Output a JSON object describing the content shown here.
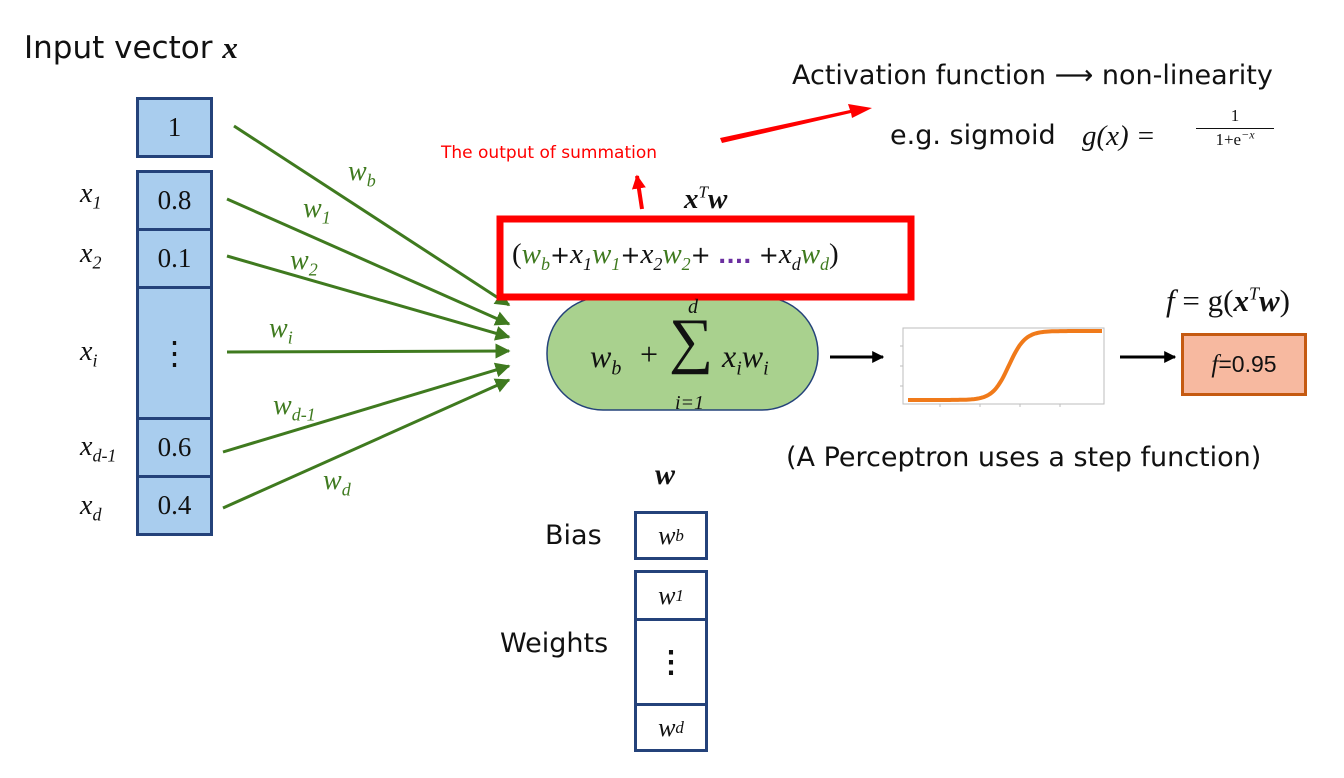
{
  "input": {
    "title_text": "Input vector ",
    "title_symbol": "x",
    "cells": [
      "1",
      "0.8",
      "0.1",
      "⋮",
      "0.6",
      "0.4"
    ],
    "labels": [
      {
        "base": "x",
        "sub": "1"
      },
      {
        "base": "x",
        "sub": "2"
      },
      {
        "base": "x",
        "sub": "i"
      },
      {
        "base": "x",
        "sub": "d-1"
      },
      {
        "base": "x",
        "sub": "d"
      }
    ]
  },
  "edges": [
    {
      "base": "w",
      "sub": "b"
    },
    {
      "base": "w",
      "sub": "1"
    },
    {
      "base": "w",
      "sub": "2"
    },
    {
      "base": "w",
      "sub": "i"
    },
    {
      "base": "w",
      "sub": "d-1"
    },
    {
      "base": "w",
      "sub": "d"
    }
  ],
  "summation": {
    "annotation": "The output of summation",
    "xtw_label": "x",
    "xtw_sup": "T",
    "xtw_w": "w",
    "expanded": {
      "open": "(",
      "wb": "w",
      "wb_sub": "b",
      "plus": "+",
      "x1": "x",
      "x1_sub": "1",
      "w1": "w",
      "w1_sub": "1",
      "x2": "x",
      "x2_sub": "2",
      "w2": "w",
      "w2_sub": "2",
      "dots": "....",
      "xd": "x",
      "xd_sub": "d",
      "wd": "w",
      "wd_sub": "d",
      "close": ")"
    },
    "node": {
      "w": "w",
      "w_sub": "b",
      "plus": "+",
      "sigma": "∑",
      "upper": "d",
      "lower": "i=1",
      "xi": "x",
      "xi_sub": "i",
      "wi": "w",
      "wi_sub": "i"
    }
  },
  "activation": {
    "title": "Activation function ⟶ non-linearity",
    "example_prefix": "e.g. sigmoid",
    "g_expr": "g(x) =",
    "frac_num": "1",
    "frac_den": "1+e",
    "frac_den_sup": "−x",
    "note": "(A Perceptron uses a step function)",
    "color": "#f07a1a"
  },
  "output": {
    "formula_f": "f",
    "formula_eq": " = g(",
    "formula_x": "x",
    "formula_sup": "T",
    "formula_w": "w",
    "formula_close": ")",
    "value_f": "f",
    "value_rest": "=0.95",
    "box_color": "#f7b9a0",
    "border_color": "#c55a11"
  },
  "weights": {
    "symbol": "w",
    "bias_label": "Bias",
    "weights_label": "Weights",
    "cells": [
      {
        "base": "w",
        "sub": "b"
      },
      {
        "base": "w",
        "sub": "1"
      },
      {
        "base": "⋮",
        "sub": ""
      },
      {
        "base": "w",
        "sub": "d"
      }
    ]
  },
  "colors": {
    "input_fill": "#a9cdee",
    "input_border": "#24427a",
    "edge": "#3f7a1f",
    "node_fill": "#a9d18e",
    "highlight": "#ff0000",
    "annotation": "#ff0000"
  }
}
